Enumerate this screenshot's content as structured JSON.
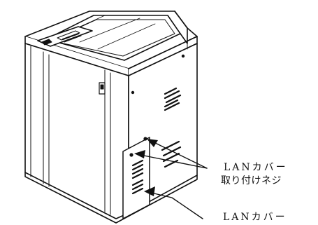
{
  "callouts": {
    "screw_label_line1": "LANカバー",
    "screw_label_line2": "取り付けネジ",
    "cover_label": "LANカバー"
  }
}
